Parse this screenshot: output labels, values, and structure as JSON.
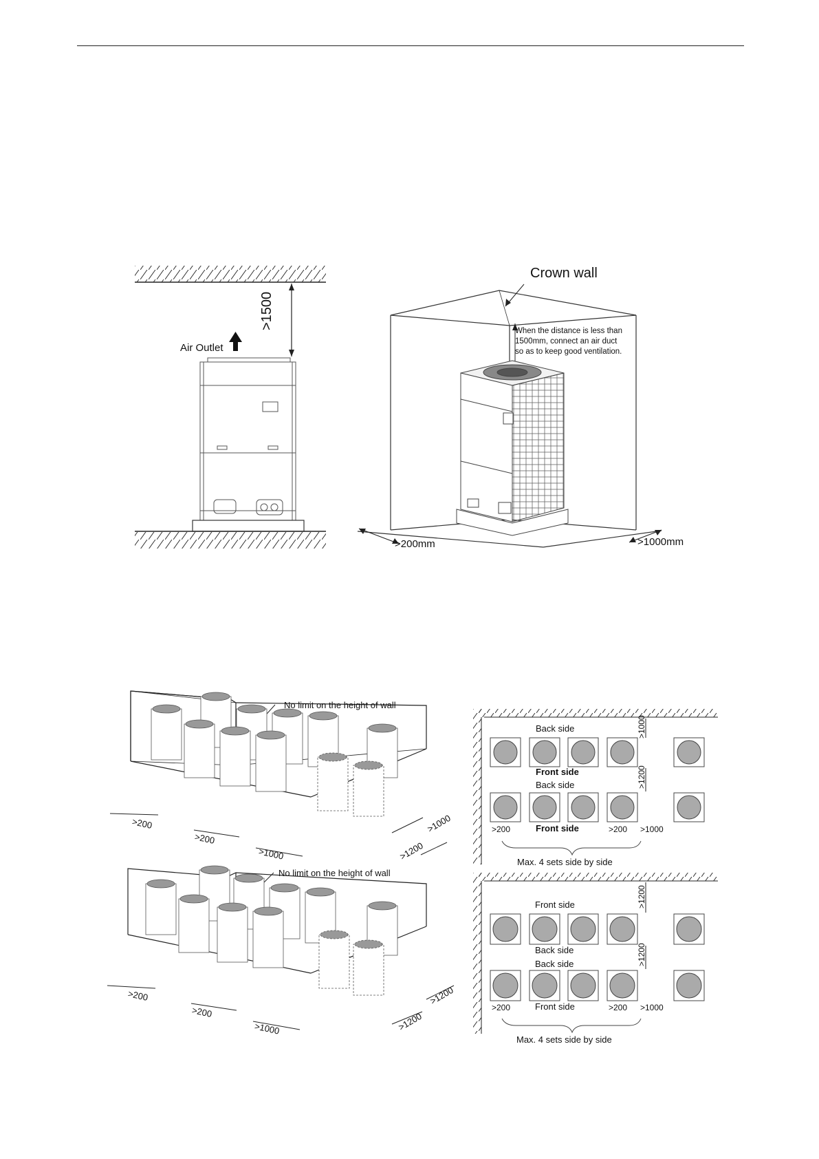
{
  "fig_top_left": {
    "dimension": ">1500",
    "air_outlet": "Air Outlet"
  },
  "fig_top_right": {
    "crown_wall": "Crown wall",
    "note": [
      "When the distance is less than",
      "1500mm, connect an air duct",
      "so as to keep good ventilation."
    ],
    "dim_left": ">200mm",
    "dim_right": ">1000mm"
  },
  "fig_mid_left": {
    "wall_note": "No limit on the height of wall",
    "d200a": ">200",
    "d200b": ">200",
    "d1000": ">1000",
    "d1000r": ">1000",
    "d1200": ">1200"
  },
  "fig_mid_right": {
    "back_side_1": "Back side",
    "front_side_1": "Front side",
    "back_side_2": "Back side",
    "front_side_2": "Front side",
    "d1000top": ">1000",
    "d1200": ">1200",
    "d200l": ">200",
    "d200r": ">200",
    "d1000r": ">1000",
    "max_sets": "Max. 4 sets side by side"
  },
  "fig_bot_left": {
    "wall_note": "No limit on the height of wall",
    "d200a": ">200",
    "d200b": ">200",
    "d1000": ">1000",
    "d1200a": ">1200",
    "d1200b": ">1200"
  },
  "fig_bot_right": {
    "front_side_1": "Front side",
    "back_side_1": "Back side",
    "back_side_2": "Back side",
    "front_side_2": "Front side",
    "d1200top": ">1200",
    "d1200": ">1200",
    "d200l": ">200",
    "d200r": ">200",
    "d1000r": ">1000",
    "max_sets": "Max. 4 sets side by side"
  }
}
